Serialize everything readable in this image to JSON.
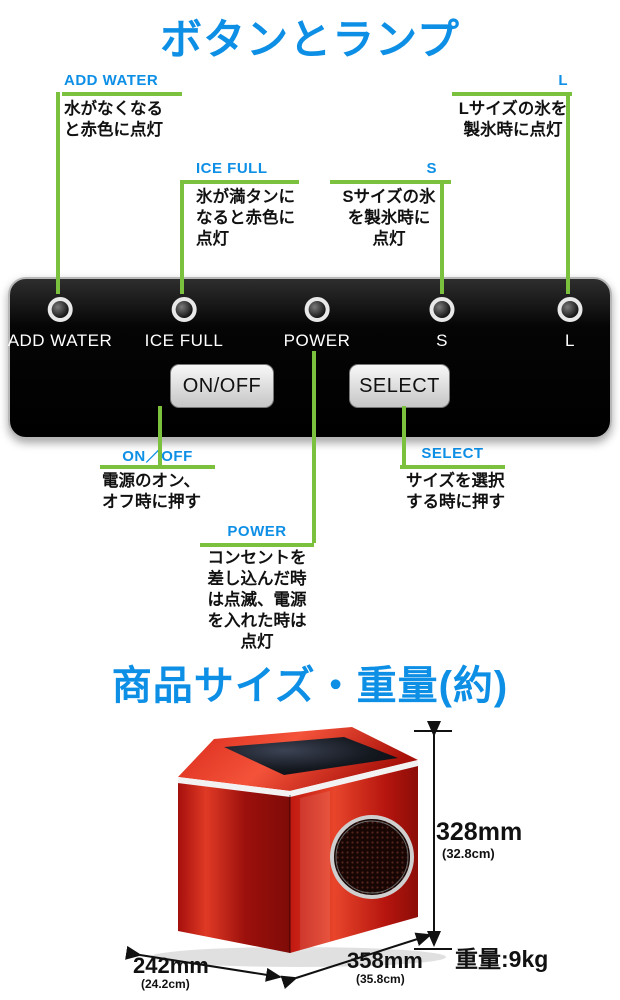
{
  "titles": {
    "buttons_lamps": "ボタンとランプ",
    "size_weight": "商品サイズ・重量(約)"
  },
  "callouts": {
    "add_water": {
      "label": "ADD WATER",
      "lines": [
        "水がなくなる",
        "と赤色に点灯"
      ]
    },
    "ice_full": {
      "label": "ICE FULL",
      "lines": [
        "氷が満タンに",
        "なると赤色に",
        "点灯"
      ]
    },
    "s": {
      "label": "S",
      "lines": [
        "Sサイズの氷",
        "を製氷時に",
        "点灯"
      ]
    },
    "l": {
      "label": "L",
      "lines": [
        "Lサイズの氷を",
        "製氷時に点灯"
      ]
    },
    "on_off": {
      "label": "ON／OFF",
      "lines": [
        "電源のオン、",
        "オフ時に押す"
      ]
    },
    "select": {
      "label": "SELECT",
      "lines": [
        "サイズを選択",
        "する時に押す"
      ]
    },
    "power": {
      "label": "POWER",
      "lines": [
        "コンセントを",
        "差し込んだ時",
        "は点滅、電源",
        "を入れた時は",
        "点灯"
      ]
    }
  },
  "panel": {
    "lamps": [
      {
        "label": "ADD WATER"
      },
      {
        "label": "ICE FULL"
      },
      {
        "label": "POWER"
      },
      {
        "label": "S"
      },
      {
        "label": "L"
      }
    ],
    "buttons": [
      {
        "label": "ON/OFF"
      },
      {
        "label": "SELECT"
      }
    ]
  },
  "dimensions": {
    "height_mm": "328mm",
    "height_cm": "(32.8cm)",
    "depth_mm": "242mm",
    "depth_cm": "(24.2cm)",
    "width_mm": "358mm",
    "width_cm": "(35.8cm)",
    "weight": "重量:9kg"
  },
  "colors": {
    "accent_blue": "#0e8fe6",
    "line_green": "#7cc13d",
    "body_red": "#c41810"
  }
}
